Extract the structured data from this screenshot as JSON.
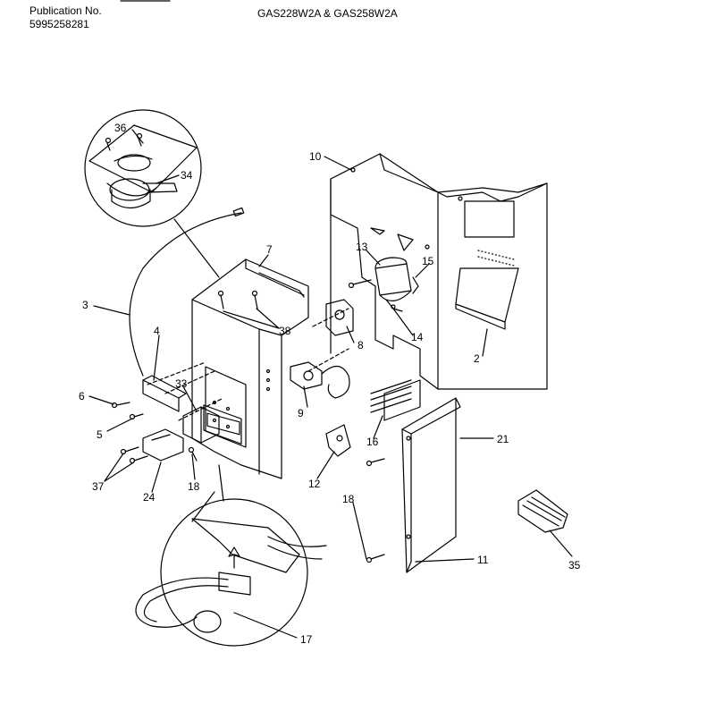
{
  "header": {
    "publication_label": "Publication No.",
    "publication_number": "5995258281",
    "models": "GAS228W2A & GAS258W2A"
  },
  "callouts": [
    {
      "id": "36",
      "text": "36"
    },
    {
      "id": "34",
      "text": "34"
    },
    {
      "id": "10",
      "text": "10"
    },
    {
      "id": "7",
      "text": "7"
    },
    {
      "id": "13",
      "text": "13"
    },
    {
      "id": "15",
      "text": "15"
    },
    {
      "id": "3",
      "text": "3"
    },
    {
      "id": "38",
      "text": "38"
    },
    {
      "id": "8",
      "text": "8"
    },
    {
      "id": "14",
      "text": "14"
    },
    {
      "id": "4",
      "text": "4"
    },
    {
      "id": "2",
      "text": "2"
    },
    {
      "id": "33",
      "text": "33"
    },
    {
      "id": "6",
      "text": "6"
    },
    {
      "id": "9",
      "text": "9"
    },
    {
      "id": "5",
      "text": "5"
    },
    {
      "id": "16",
      "text": "16"
    },
    {
      "id": "21",
      "text": "21"
    },
    {
      "id": "12",
      "text": "12"
    },
    {
      "id": "37",
      "text": "37"
    },
    {
      "id": "24",
      "text": "24"
    },
    {
      "id": "18a",
      "text": "18"
    },
    {
      "id": "18b",
      "text": "18"
    },
    {
      "id": "11",
      "text": "11"
    },
    {
      "id": "35",
      "text": "35"
    },
    {
      "id": "17",
      "text": "17"
    }
  ]
}
